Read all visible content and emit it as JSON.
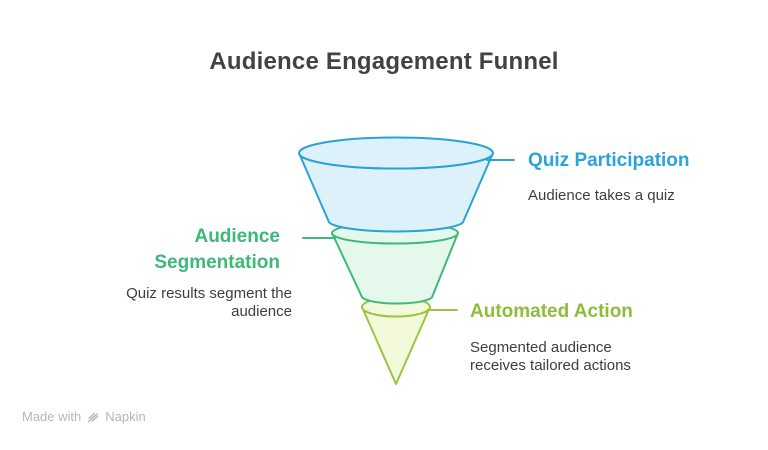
{
  "title": "Audience Engagement Funnel",
  "funnel": {
    "stages": [
      {
        "id": "quiz-participation",
        "label": "Quiz Participation",
        "description": "Audience takes a quiz",
        "label_side": "right",
        "stroke_color": "#2aa2d8",
        "fill_color": "#ddf1fa",
        "text_color": "#29a4da"
      },
      {
        "id": "audience-segmentation",
        "label": "Audience Segmentation",
        "description": "Quiz results segment the audience",
        "label_side": "left",
        "stroke_color": "#3eb97a",
        "fill_color": "#e4f8ec",
        "text_color": "#3cb878"
      },
      {
        "id": "automated-action",
        "label": "Automated Action",
        "description": "Segmented audience receives tailored actions",
        "label_side": "right",
        "stroke_color": "#9cc43f",
        "fill_color": "#f3fadc",
        "text_color": "#8fbd3a"
      }
    ]
  },
  "watermark": {
    "prefix": "Made with",
    "brand": "Napkin",
    "logo": "napkin-logo-icon",
    "color": "#b6b6b6"
  },
  "colors": {
    "background": "#ffffff",
    "title_text": "#404245",
    "description_text": "#3c3e41"
  }
}
